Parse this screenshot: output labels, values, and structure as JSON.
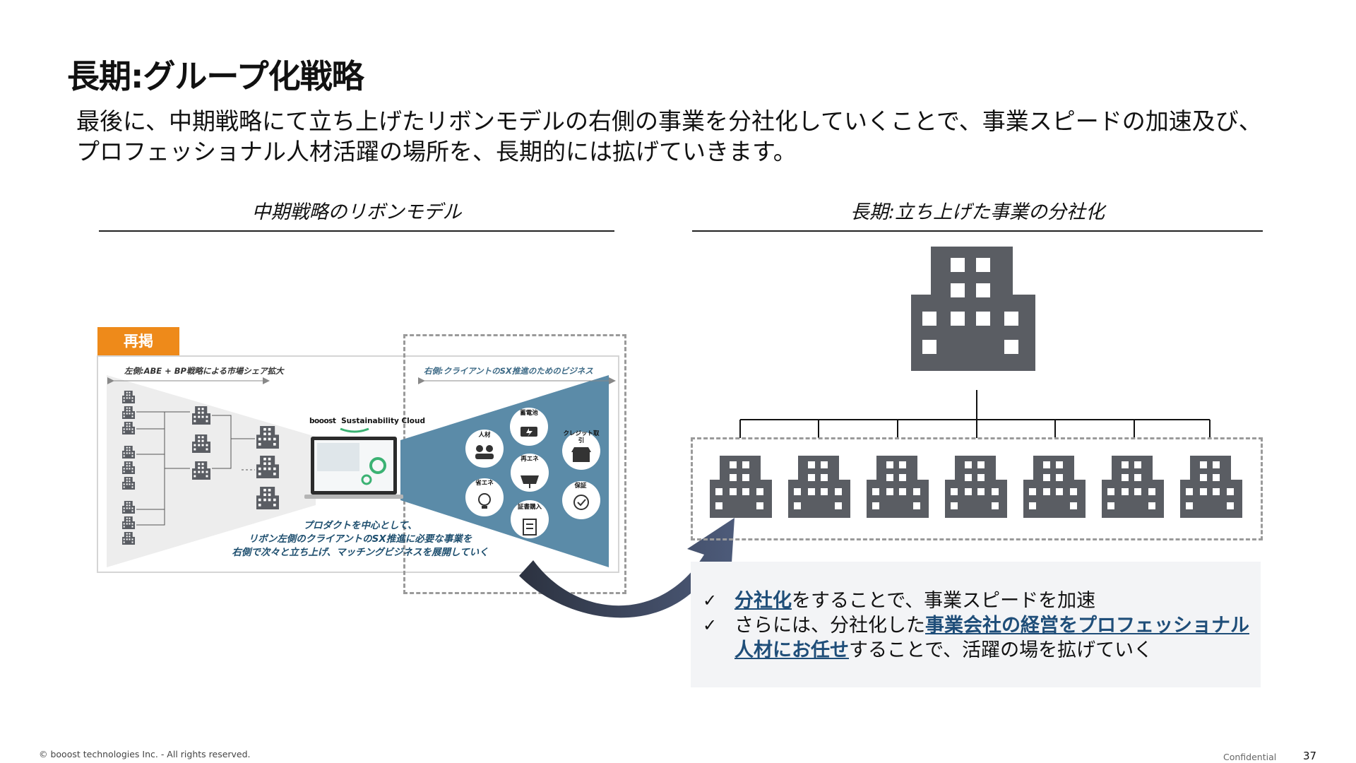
{
  "slide": {
    "title": "長期:グループ化戦略",
    "lead_line1": "最後に、中期戦略にて立ち上げたリボンモデルの右側の事業を分社化していくことで、事業スピードの加速及び、",
    "lead_line2": "プロフェッショナル人材活躍の場所を、長期的には拡げていきます。"
  },
  "left_section": {
    "title": "中期戦略のリボンモデル",
    "badge": "再掲",
    "left_label": "左側:ABE + BP戦略による市場シェア拡大",
    "right_label": "右側:クライアントのSX推進のためのビジネス",
    "brand": "booost",
    "product": "Sustainability Cloud",
    "desc_line1": "プロダクトを中心として、",
    "desc_line2": "リボン左側のクライアントのSX推進に必要な事業を",
    "desc_line3": "右側で次々と立ち上げ、マッチングビジネスを展開していく",
    "business_tags": [
      "人材",
      "蓄電池",
      "クレジット取引",
      "再エネ",
      "省エネ",
      "証書購入",
      "保証"
    ]
  },
  "right_section": {
    "title": "長期:立ち上げた事業の分社化",
    "bullet1_hl": "分社化",
    "bullet1_rest": "をすることで、事業スピードを加速",
    "bullet2_pre": "さらには、分社化した",
    "bullet2_hl": "事業会社の経営をプロフェッショナル人材にお任せ",
    "bullet2_rest": "することで、活躍の場を拡げていく",
    "check_mark": "✓"
  },
  "footer": {
    "copyright": "© booost technologies Inc. - All rights reserved.",
    "confidential": "Confidential",
    "page": "37"
  },
  "colors": {
    "accent_orange": "#ee8a1a",
    "ribbon_blue": "#5b8ba8",
    "building_gray": "#5a5d63",
    "highlight_blue": "#1f4e79"
  }
}
